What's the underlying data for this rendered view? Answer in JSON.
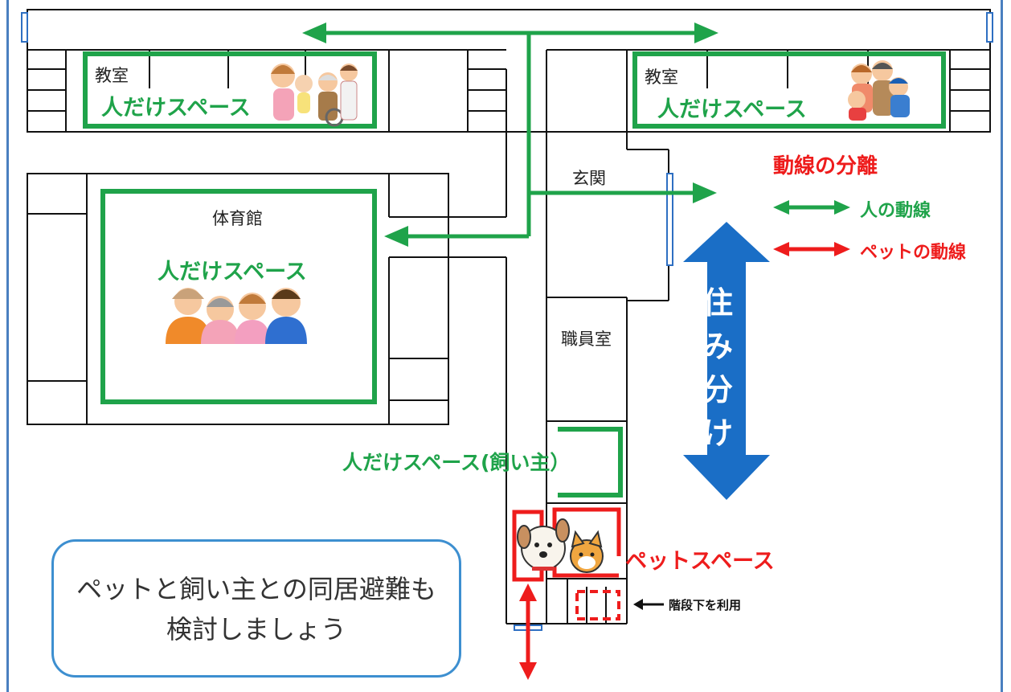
{
  "rooms": {
    "classroom_left": "教室",
    "classroom_right": "教室",
    "gym": "体育館",
    "entrance": "玄関",
    "staff_room": "職員室"
  },
  "spaces": {
    "people_only_left": "人だけスペース",
    "people_only_right": "人だけスペース",
    "people_only_gym": "人だけスペース",
    "people_only_owner": "人だけスペース(飼い主）",
    "pet_space": "ペットスペース"
  },
  "legend": {
    "title": "動線の分離",
    "human_route": "人の動線",
    "pet_route": "ペットの動線"
  },
  "separation": {
    "chars": [
      "住",
      "み",
      "分",
      "け"
    ]
  },
  "stairs_note": "階段下を利用",
  "callout": {
    "line1": "ペットと飼い主との同居避難も",
    "line2": "検討しましょう"
  },
  "colors": {
    "human_route": "#1fa34a",
    "pet_route": "#ee1c1c",
    "separation": "#1a6ec6",
    "frame": "#4a7fc0"
  },
  "icons": [
    "people-family-icon",
    "elderly-people-icon",
    "dog-icon",
    "cat-icon"
  ]
}
